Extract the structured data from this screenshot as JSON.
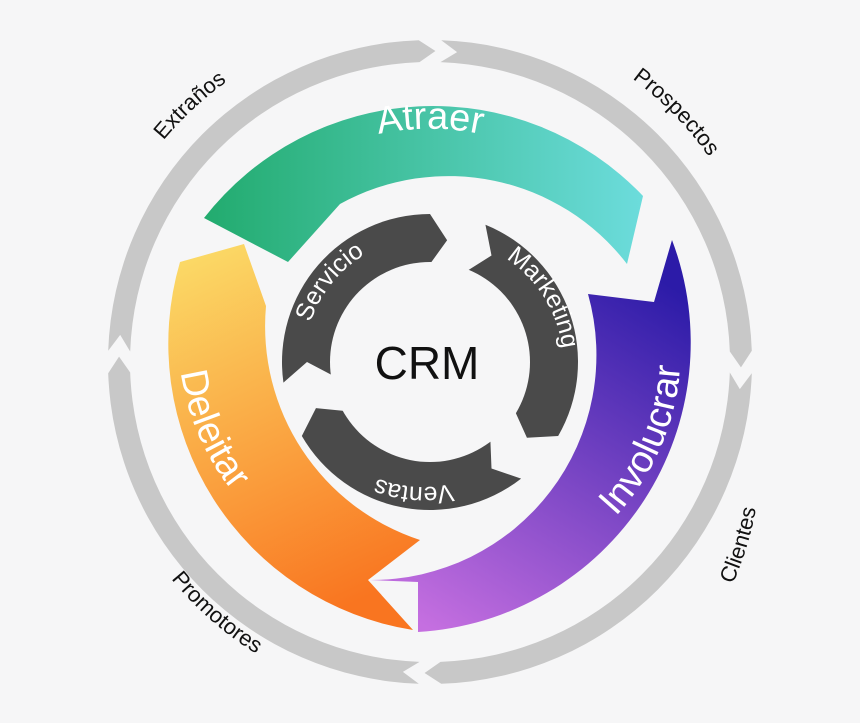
{
  "center": {
    "label": "CRM"
  },
  "stages": [
    {
      "id": "attract",
      "label": "Atraer",
      "color_start": "#22ab6e",
      "color_end": "#6cdcdc"
    },
    {
      "id": "engage",
      "label": "Involucrar",
      "color_start": "#2c1ba8",
      "color_end": "#c56fe0"
    },
    {
      "id": "delight",
      "label": "Deleitar",
      "color_start": "#f97520",
      "color_end": "#fbd966"
    }
  ],
  "hub": [
    {
      "id": "marketing",
      "label": "Marketing"
    },
    {
      "id": "sales",
      "label": "Ventas"
    },
    {
      "id": "service",
      "label": "Servicio"
    }
  ],
  "outer_ring": [
    {
      "id": "strangers",
      "label": "Extraños"
    },
    {
      "id": "prospects",
      "label": "Prospectos"
    },
    {
      "id": "customers",
      "label": "Clientes"
    },
    {
      "id": "promoters",
      "label": "Promotores"
    }
  ],
  "colors": {
    "outer_ring": "#c8c8c8",
    "hub_ring": "#4a4a4a",
    "center_bg": "#f6f6f7",
    "text_dark": "#111111"
  }
}
